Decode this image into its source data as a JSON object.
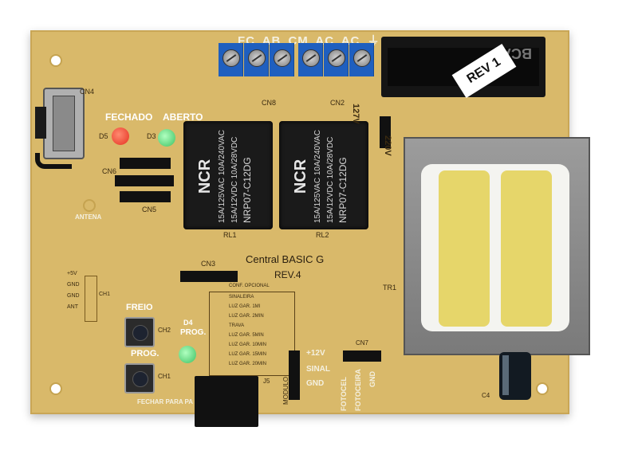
{
  "board": {
    "title": "Central BASIC G",
    "revision": "REV.4",
    "terminal_labels": [
      "FC",
      "AB",
      "CM",
      "AC",
      "AC",
      "⏚"
    ],
    "relay_logo": "NCR",
    "relay_lines": [
      "15A/125VAC 10A/240VAC",
      "15A/12VDC 10A/28VDC",
      "NRP07-C12DG"
    ],
    "cover_label": "REV 1",
    "cover_text": "BCA",
    "labels": {
      "fechado": "FECHADO",
      "aberto": "ABERTO",
      "d5": "D5",
      "d3": "D3",
      "cn4": "CN4",
      "cn8": "CN8",
      "cn2": "CN2",
      "cn3": "CN3",
      "cn5": "CN5",
      "cn6": "CN6",
      "cn7": "CN7",
      "rl1": "RL1",
      "rl2": "RL2",
      "tr1": "TR1",
      "v12": "127V",
      "v220": "220V",
      "antena": "ANTENA",
      "freio": "FREIO",
      "prog": "PROG.",
      "prog2": "PROG.",
      "d4": "D4",
      "ch1": "CH1",
      "ch2": "CH2",
      "modulo": "MODULO",
      "plus12v": "+12V",
      "sinal": "SINAL",
      "gnd": "GND",
      "fotoceira": "FOTOCEIRA",
      "fotocel": "FOTOCEL",
      "gnd2": "GND",
      "fechar": "FECHAR PARA PA",
      "conf": "CONF. OPCIONAL",
      "c4": "C4",
      "j5": "J5",
      "ch1_label": "CH1",
      "plus5v": "+5V",
      "gnd_a": "GND",
      "gnd_b": "GND",
      "ant": "ANT"
    },
    "config_table": [
      "SINALEIRA",
      "LUZ GAR. 1MI",
      "LUZ GAR. 2MIN",
      "TRAVA",
      "LUZ GAR. 5MIN",
      "LUZ GAR. 10MIN",
      "LUZ GAR. 15MIN",
      "LUZ GAR. 20MIN"
    ],
    "colors": {
      "pcb": "#d9b96a",
      "terminal": "#1f5fbf",
      "led_red": "#e53020",
      "led_green": "#3cc060",
      "coil": "#e6d66a"
    }
  }
}
